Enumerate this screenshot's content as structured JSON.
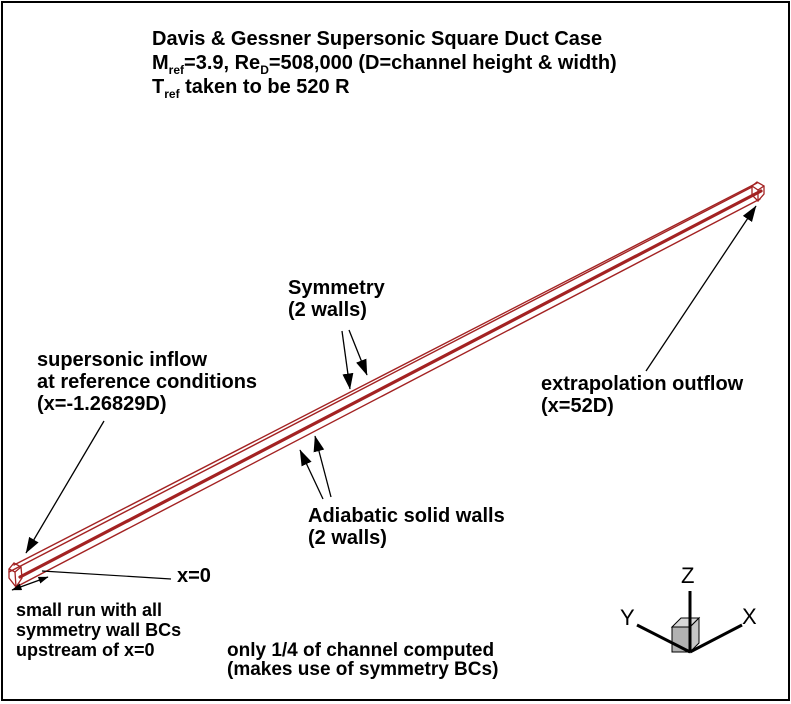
{
  "title": {
    "line1": "Davis & Gessner Supersonic Square Duct Case",
    "line2": [
      {
        "t": "M"
      },
      {
        "t": "ref",
        "sub": true
      },
      {
        "t": "=3.9, Re"
      },
      {
        "t": "D",
        "sub": true
      },
      {
        "t": "=508,000 (D=channel height & width)"
      }
    ],
    "line3": [
      {
        "t": "T"
      },
      {
        "t": "ref",
        "sub": true
      },
      {
        "t": " taken to be 520 R"
      }
    ]
  },
  "labels": {
    "symmetry": [
      "Symmetry",
      "(2 walls)"
    ],
    "inflow": [
      "supersonic inflow",
      "at reference conditions",
      "(x=-1.26829D)"
    ],
    "outflow": [
      "extrapolation outflow",
      "(x=52D)"
    ],
    "adiabatic": [
      "Adiabatic solid walls",
      "(2 walls)"
    ],
    "x0": "x=0",
    "small_run": [
      "small run with all",
      "symmetry wall BCs",
      "upstream of x=0"
    ],
    "quarter_note": [
      "only 1/4 of channel computed",
      "(makes use of symmetry BCs)"
    ]
  },
  "axis_triad": {
    "x_label": "X",
    "y_label": "Y",
    "z_label": "Z"
  },
  "colors": {
    "duct": "#a32222",
    "annotation": "#000000",
    "border": "#000000",
    "background": "#ffffff",
    "cube_top": "#d8d8d8",
    "cube_front": "#b2b2b2",
    "cube_right": "#c6c6c6"
  }
}
